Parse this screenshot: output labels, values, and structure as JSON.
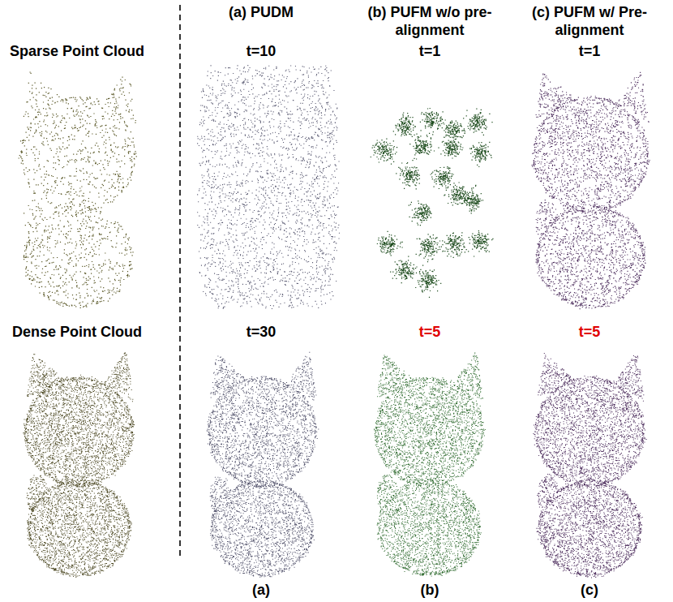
{
  "diagram": {
    "labels": [
      "(a) PUDM",
      "(b) PUFM w/o pre-alignment",
      "(c) PUFM w/ Pre-alignment",
      "Sparse Point Cloud",
      "t=10",
      "t=1",
      "t=1",
      "Dense Point Cloud",
      "t=30",
      "t=5",
      "t=5",
      "(a)",
      "(b)",
      "(c)"
    ]
  }
}
